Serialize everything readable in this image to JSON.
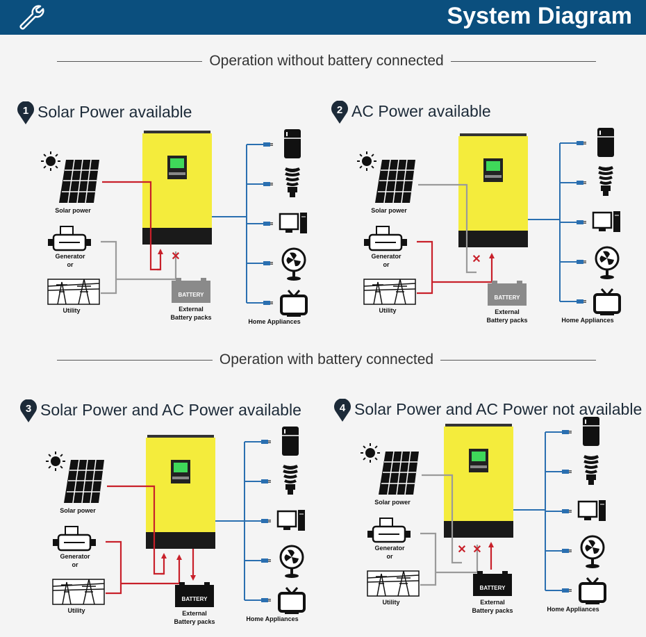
{
  "header": {
    "title": "System Diagram",
    "icon": "wrench-icon"
  },
  "sections": [
    {
      "label": "Operation without battery connected"
    },
    {
      "label": "Operation with battery connected"
    }
  ],
  "panels": [
    {
      "number": "1",
      "title": "Solar Power available",
      "solar_label": "Solar power",
      "generator_label": "Generator",
      "or_label": "or",
      "utility_label": "Utility",
      "battery_label": "BATTERY",
      "battery_caption_1": "External",
      "battery_caption_2": "Battery packs",
      "home_label": "Home Appliances"
    },
    {
      "number": "2",
      "title": "AC Power available",
      "solar_label": "Solar power",
      "generator_label": "Generator",
      "or_label": "or",
      "utility_label": "Utility",
      "battery_label": "BATTERY",
      "battery_caption_1": "External",
      "battery_caption_2": "Battery packs",
      "home_label": "Home Appliances"
    },
    {
      "number": "3",
      "title": "Solar Power and AC Power available",
      "solar_label": "Solar power",
      "generator_label": "Generator",
      "or_label": "or",
      "utility_label": "Utility",
      "battery_label": "BATTERY",
      "battery_caption_1": "External",
      "battery_caption_2": "Battery packs",
      "home_label": "Home Appliances"
    },
    {
      "number": "4",
      "title": "Solar Power and AC Power not available",
      "solar_label": "Solar power",
      "generator_label": "Generator",
      "or_label": "or",
      "utility_label": "Utility",
      "battery_label": "BATTERY",
      "battery_caption_1": "External",
      "battery_caption_2": "Battery packs",
      "home_label": "Home Appliances"
    }
  ],
  "colors": {
    "header": "#0b4f7e",
    "inverter": "#f4ec3c",
    "active_line": "#c8202a",
    "inactive_line": "#9a9a9a",
    "output_line": "#2a6fb0"
  }
}
